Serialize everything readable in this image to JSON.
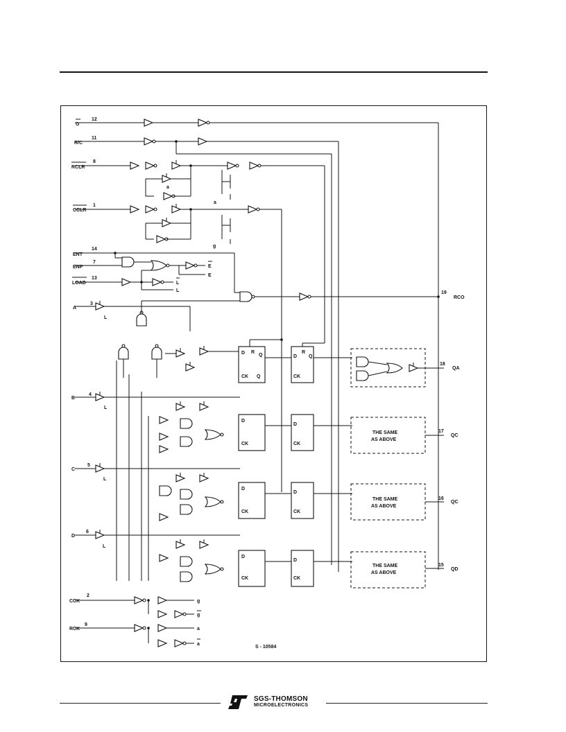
{
  "pins": {
    "g": {
      "name": "G",
      "num": "12"
    },
    "rc": {
      "name": "R/C",
      "num": "11"
    },
    "rclr": {
      "name": "RCLR",
      "num": "8"
    },
    "cclr": {
      "name": "CCLR",
      "num": "1"
    },
    "ent": {
      "name": "ENT",
      "num": "14"
    },
    "enp": {
      "name": "ENP",
      "num": "7"
    },
    "load": {
      "name": "LOAD",
      "num": "13"
    },
    "a": {
      "name": "A",
      "num": "3"
    },
    "b": {
      "name": "B",
      "num": "4"
    },
    "c": {
      "name": "C",
      "num": "5"
    },
    "d": {
      "name": "D",
      "num": "6"
    },
    "cck": {
      "name": "CCK",
      "num": "2"
    },
    "rck": {
      "name": "RCK",
      "num": "9"
    },
    "rco": {
      "name": "RCO",
      "num": "19"
    },
    "qa": {
      "name": "QA",
      "num": "18"
    },
    "qb": {
      "name": "QC",
      "num": "17"
    },
    "qc": {
      "name": "QC",
      "num": "16"
    },
    "qd": {
      "name": "QD",
      "num": "15"
    }
  },
  "signals": {
    "e": "E",
    "e_bar": "E",
    "l": "L",
    "l_bar": "L",
    "a": "a",
    "a_bar": "a",
    "g": "g",
    "g_bar": "g",
    "d": "D",
    "r": "R",
    "q": "Q",
    "q_bar": "Q",
    "ck": "CK"
  },
  "blocks": {
    "same_line1": "THE SAME",
    "same_line2": "AS ABOVE"
  },
  "drawing_code": "S - 10584",
  "footer": {
    "brand_line1": "SGS-THOMSON",
    "brand_line2": "MICROELECTRONICS"
  }
}
